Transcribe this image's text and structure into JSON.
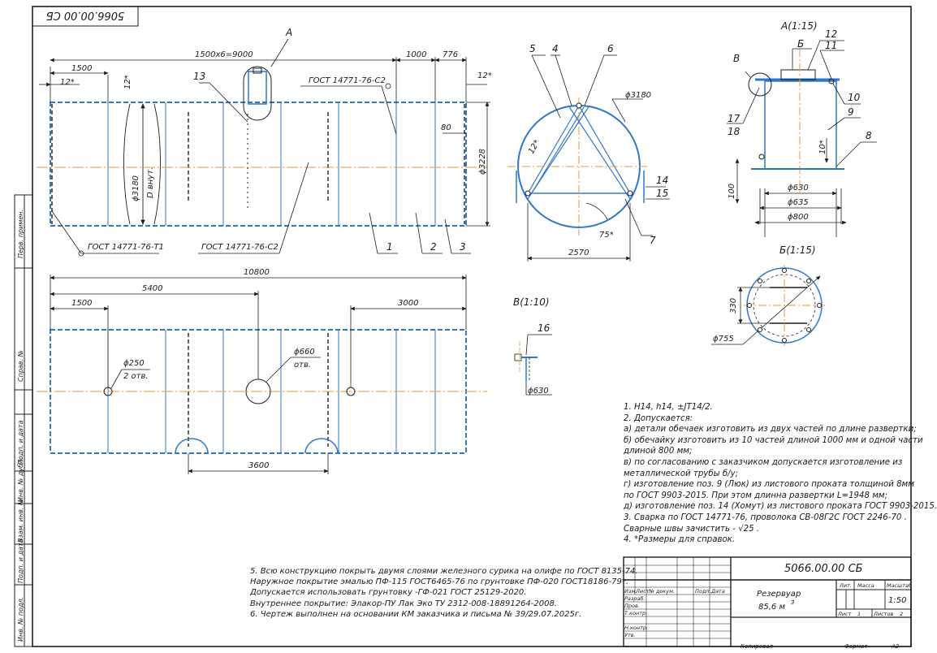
{
  "drawing": {
    "code": "5066.00.00 СБ",
    "stamp_code": "5066.00.00 СБ",
    "title_line1": "Резервуар",
    "title_line2": "85,6 м",
    "title_sup": "3",
    "sheet_label": "Лист",
    "sheet_no": "1",
    "sheets_label": "Листов",
    "sheets_total": "2",
    "col_lit": "Лит.",
    "col_mass": "Масса",
    "col_scale": "Масштаб",
    "scale": "1:50",
    "copied": "Копировал",
    "format_label": "Формат",
    "format": "А2",
    "rows": [
      "Изм.",
      "Лист",
      "№ докум.",
      "Подп.",
      "Дата"
    ],
    "people": [
      "Разраб.",
      "Пров.",
      "Т.контр.",
      "",
      "Н.контр.",
      "Утв."
    ]
  },
  "margin_labels": [
    "Перв. примен.",
    "Справ. №",
    "Подп. и дата",
    "Инв. № дубл.",
    "Взам. инв. №",
    "Подп. и дата",
    "Инв. № подл."
  ],
  "views": {
    "detail_A": "А",
    "section_A": "А(1:15)",
    "section_B": "Б(1:15)",
    "section_V": "В(1:10)",
    "arrow_B": "Б",
    "callout_V": "В"
  },
  "dims": {
    "d1500a": "1500",
    "d1500x6": "1500х6=9000",
    "d1000": "1000",
    "d776": "776",
    "d12a": "12*",
    "d12b": "12*",
    "d12c": "12*",
    "d12d": "12*",
    "d80": "80",
    "d3228": "ϕ3228",
    "d3180": "ϕ3180",
    "dvn": "D внут.",
    "d3180c": "ϕ3180",
    "d2570": "2570",
    "d75": "75*",
    "d10800": "10800",
    "d5400": "5400",
    "d1500b": "1500",
    "d3000": "3000",
    "d3600": "3600",
    "d250": "ϕ250",
    "d250b": "2 отв.",
    "d660": "ϕ660",
    "d660b": "отв.",
    "d630": "ϕ630",
    "d635": "ϕ635",
    "d800": "ϕ800",
    "d100": "100",
    "d10": "10*",
    "d330": "330",
    "d755": "ϕ755",
    "d630b": "ϕ630"
  },
  "gost": {
    "g1": "ГОСТ 14771-76-С2",
    "g2": "ГОСТ 14771-76-Т1",
    "g3": "ГОСТ 14771-76-С2"
  },
  "positions": {
    "p1": "1",
    "p2": "2",
    "p3": "3",
    "p4": "4",
    "p5": "5",
    "p6": "6",
    "p7": "7",
    "p8": "8",
    "p9": "9",
    "p10": "10",
    "p11": "11",
    "p12": "12",
    "p13": "13",
    "p14": "14",
    "p15": "15",
    "p16": "16",
    "p17": "17",
    "p18": "18"
  },
  "notes_right": [
    "1. Н14, h14, ±JT14/2.",
    "2. Допускается:",
    "а) детали обечаек изготовить из двух частей по длине развертки;",
    "б) обечайку изготовить из 10 частей длиной 1000 мм и одной части",
    "длиной 800 мм;",
    "в) по согласованию с заказчиком допускается изготовление из",
    "металлической трубы б/у;",
    "г) изготовление поз. 9 (Люк) из листового проката толщиной 8мм",
    "по ГОСТ 9903-2015. При этом длинна развертки L=1948 мм;",
    "д) изготовление поз. 14 (Хомут) из листового проката ГОСТ 9903-2015.",
    "3. Сварка по ГОСТ 14771-76, проволока СВ-08Г2С ГОСТ 2246-70 .",
    "Сварные швы зачистить - √25 .",
    "4. *Размеры для справок."
  ],
  "notes_left": [
    "5. Всю конструкцию покрыть двумя слоями железного сурика на олифе по ГОСТ 8135-74.",
    "Наружное покрытие  эмалью ПФ-115 ГОСТ6465-76 по грунтовке ПФ-020 ГОСТ18186-79*.",
    "Допускается использовать грунтовку -ГФ-021 ГОСТ 25129-2020.",
    "Внутреннее покрытие: Элакор-ПУ Лак Эко ТУ 2312-008-18891264-2008.",
    "6. Чертеж выполнен на основании КМ заказчика и письма № 39/29.07.2025г."
  ],
  "colors": {
    "line": "#1f1f1f",
    "blue": "#2f78c8",
    "axis": "#e89a3a",
    "frame": "#9a9a9a"
  }
}
